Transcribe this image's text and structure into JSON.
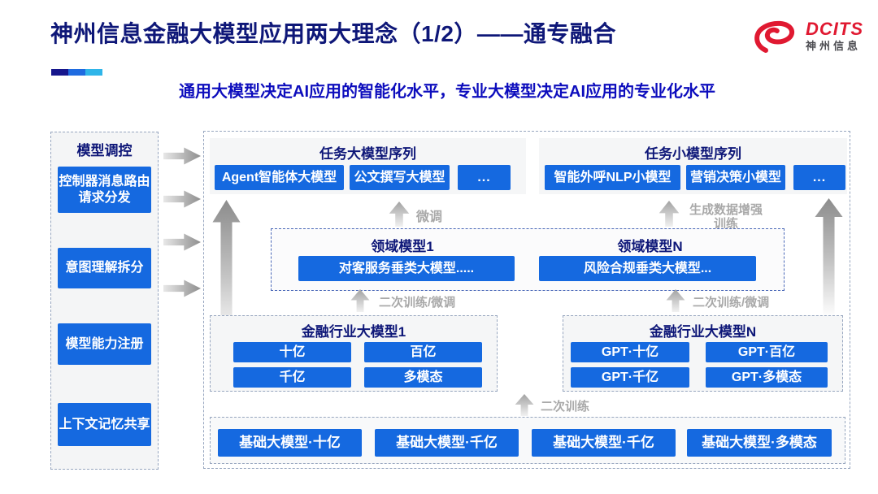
{
  "slide": {
    "title": "神州信息金融大模型应用两大理念（1/2）——通专融合",
    "subtitle": "通用大模型决定AI应用的智能化水平，专业大模型决定AI应用的专业化水平"
  },
  "logo": {
    "brand": "DCITS",
    "company": "神州信息"
  },
  "colors": {
    "title_navy": "#0e1778",
    "subtitle_blue": "#0d0dbd",
    "button_blue": "#1569e0",
    "logo_red": "#e01931",
    "accent_navy": "#16168c",
    "accent_blue": "#1f6be0",
    "accent_cyan": "#2fb5e9",
    "label_gray": "#a9a9a9"
  },
  "sidebar": {
    "title": "模型调控",
    "items": [
      {
        "label": "控制器消息路由请求分发"
      },
      {
        "label": "意图理解拆分"
      },
      {
        "label": "模型能力注册"
      },
      {
        "label": "上下文记忆共享"
      }
    ]
  },
  "task_large_models": {
    "title": "任务大模型序列",
    "items": [
      "Agent智能体大模型",
      "公文撰写大模型",
      "..."
    ]
  },
  "task_small_models": {
    "title": "任务小模型序列",
    "items": [
      "智能外呼NLP小模型",
      "营销决策小模型",
      "..."
    ]
  },
  "domain_models": {
    "model1": {
      "title": "领域模型1",
      "item": "对客服务垂类大模型....."
    },
    "modelN": {
      "title": "领域模型N",
      "item": "风险合规垂类大模型..."
    }
  },
  "industry_models": {
    "model1": {
      "title": "金融行业大模型1",
      "items": [
        "十亿",
        "百亿",
        "千亿",
        "多模态"
      ]
    },
    "modelN": {
      "title": "金融行业大模型N",
      "items": [
        "GPT·十亿",
        "GPT·百亿",
        "GPT·千亿",
        "GPT·多模态"
      ]
    }
  },
  "base_models": {
    "items": [
      "基础大模型·十亿",
      "基础大模型·千亿",
      "基础大模型·千亿",
      "基础大模型·多模态"
    ]
  },
  "arrow_labels": {
    "finetune": "微调",
    "gen_data_line1": "生成数据增强",
    "gen_data_line2": "训练",
    "retrain_finetune_left": "二次训练/微调",
    "retrain_finetune_right": "二次训练/微调",
    "retrain": "二次训练"
  }
}
